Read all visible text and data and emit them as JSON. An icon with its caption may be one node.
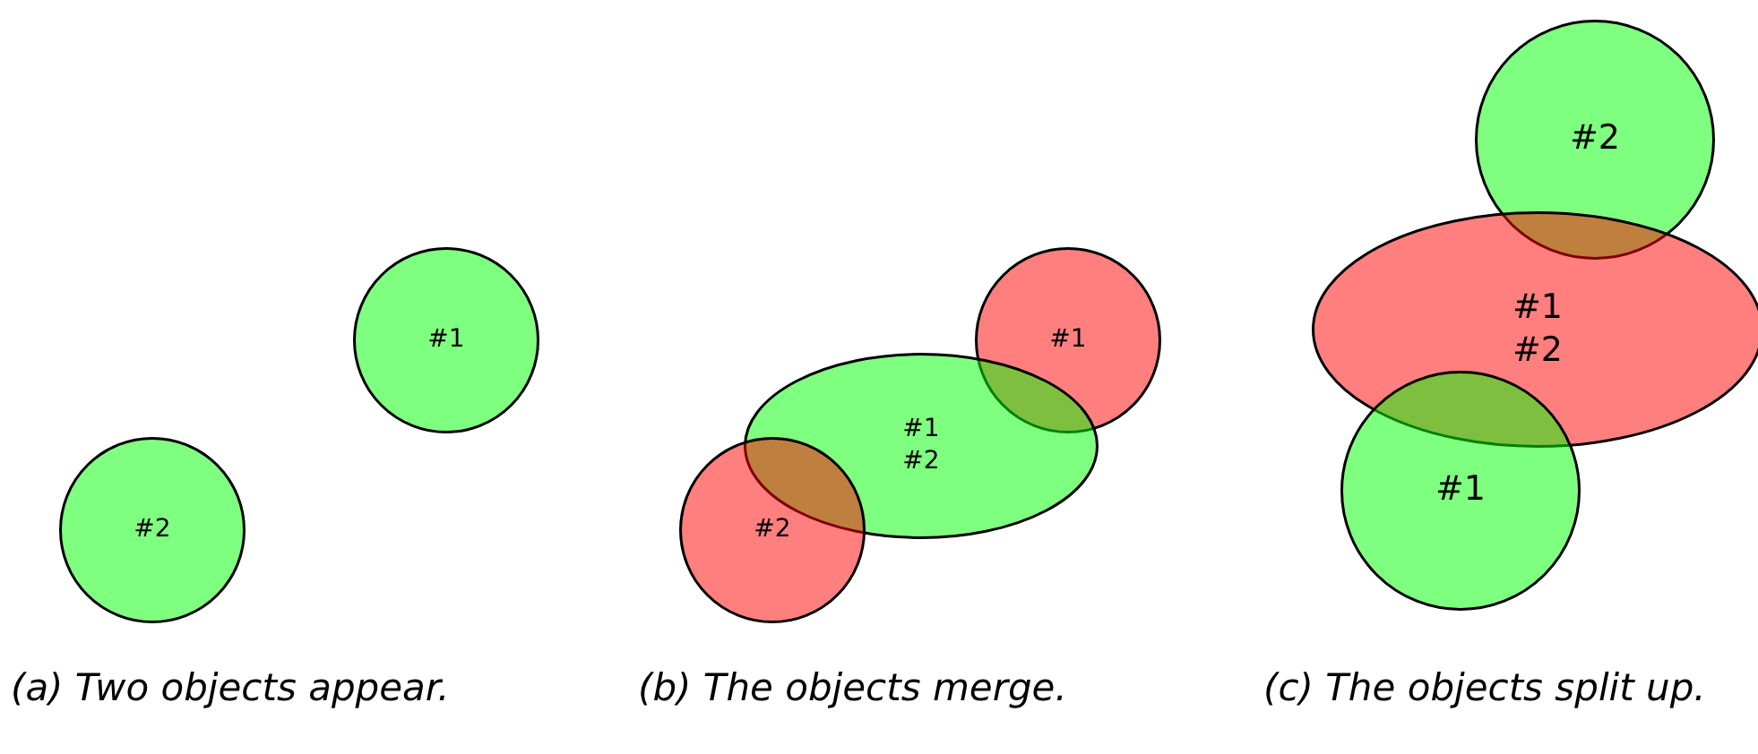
{
  "diagram": {
    "nodes": [
      {
        "text": [
          "#1"
        ]
      },
      {
        "text": [
          "#2"
        ]
      },
      {
        "text": [
          "#1"
        ]
      },
      {
        "text": [
          "#1",
          "#2"
        ]
      },
      {
        "text": [
          "#2"
        ]
      },
      {
        "text": [
          "#2"
        ]
      },
      {
        "text": [
          "#1",
          "#2"
        ]
      },
      {
        "text": [
          "#1"
        ]
      }
    ],
    "labels": [
      "(a) Two objects appear.",
      "(b) The objects merge.",
      "(c) The objects split up."
    ]
  }
}
